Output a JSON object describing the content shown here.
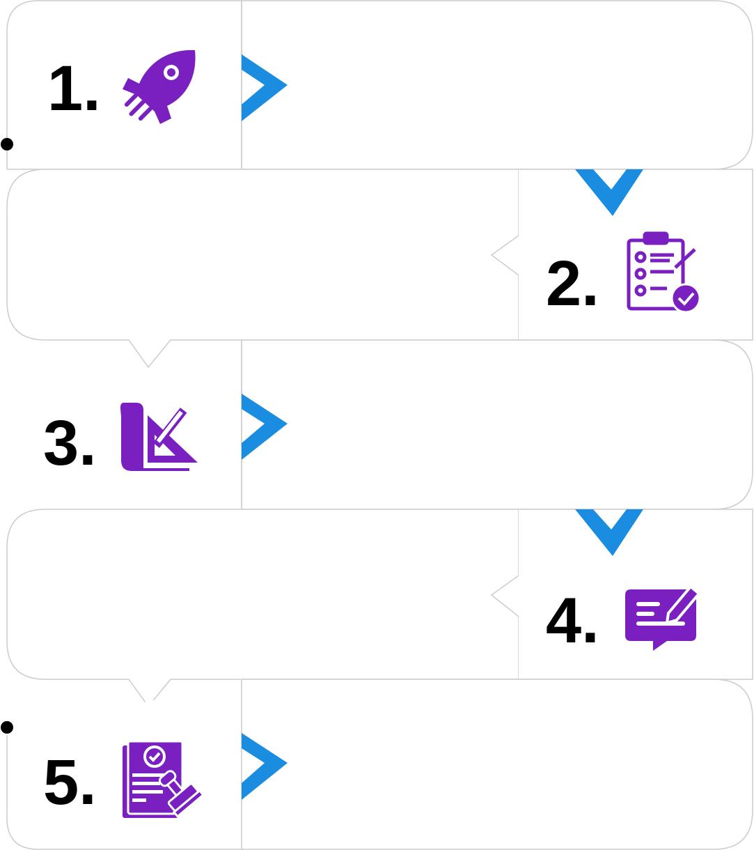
{
  "colors": {
    "outline": "#cccccc",
    "arrow": "#1a8de0",
    "icon": "#7a1fc0",
    "number": "#000000",
    "background": "#ffffff"
  },
  "steps": [
    {
      "number": "1.",
      "icon": "rocket-icon"
    },
    {
      "number": "2.",
      "icon": "clipboard-checklist-icon"
    },
    {
      "number": "3.",
      "icon": "blueprint-ruler-icon"
    },
    {
      "number": "4.",
      "icon": "message-edit-icon"
    },
    {
      "number": "5.",
      "icon": "approved-document-stamp-icon"
    }
  ]
}
